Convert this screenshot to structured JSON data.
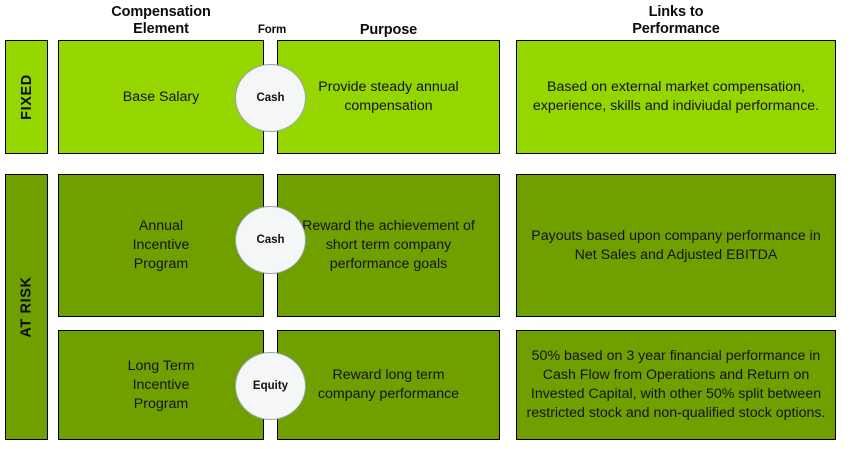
{
  "headers": {
    "element": "Compensation\nElement",
    "form": "Form",
    "purpose": "Purpose",
    "links": "Links to\nPerformance"
  },
  "colors": {
    "green_light": "#95d600",
    "green_dark": "#6fa000",
    "ellipse_fill": "#f4f6f7",
    "ellipse_border": "#95a5ae",
    "box_border": "#000000",
    "text": "#131313"
  },
  "side_labels": {
    "fixed": "FIXED",
    "at_risk": "AT RISK"
  },
  "rows": [
    {
      "category": "FIXED",
      "element": "Base Salary",
      "form": "Cash",
      "purpose": "Provide steady annual compensation",
      "links": "Based on external market compensation, experience, skills and indiviudal performance."
    },
    {
      "category": "AT RISK",
      "element": "Annual Incentive Program",
      "form": "Cash",
      "purpose": "Reward the achievement of short term company performance goals",
      "links": "Payouts based upon company performance in Net Sales and Adjusted EBITDA"
    },
    {
      "category": "AT RISK",
      "element": "Long Term Incentive Program",
      "form": "Equity",
      "purpose": "Reward long term company performance",
      "links": "50% based on 3 year financial performance in Cash Flow from Operations and Return on Invested Capital, with other 50% split between restricted stock and non-qualified stock options."
    }
  ]
}
